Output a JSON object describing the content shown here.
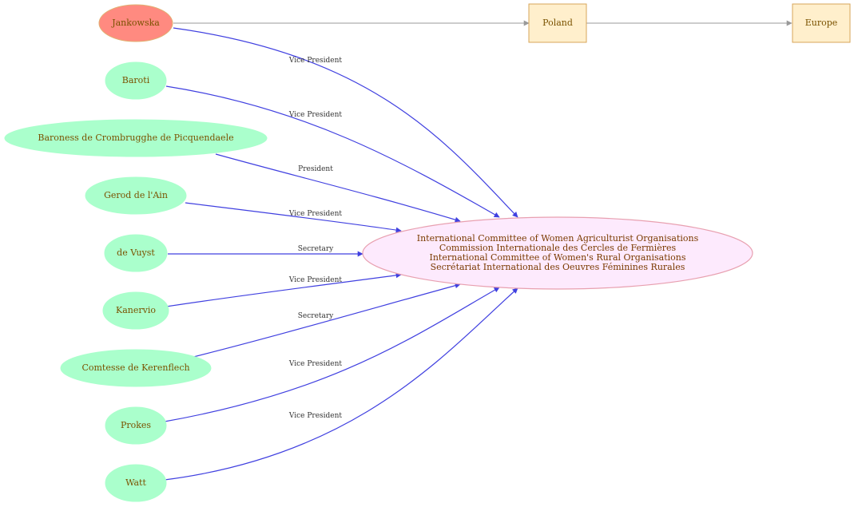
{
  "colors": {
    "highlight_fill": "#ff8a80",
    "highlight_stroke": "#e0b070",
    "person_fill": "#aaffcc",
    "person_stroke": "#aaffcc",
    "person_text": "#7a5200",
    "org_fill": "#fdeafd",
    "org_stroke": "#e8a0b0",
    "org_text": "#7a3a00",
    "place_fill": "#ffefcc",
    "place_stroke": "#d7a65a",
    "role_edge": "#4040e0",
    "location_edge": "#999999",
    "edge_label": "#333333"
  },
  "nodes": {
    "jankowska": "Jankowska",
    "baroti": "Baroti",
    "crombrugghe": "Baroness  de Crombrugghe de Picquendaele",
    "gerod": "Gerod  de l'Ain",
    "devuyst": "de Vuyst",
    "kanervio": "Kanervio",
    "kerenflech": "Comtesse de Kerenflech",
    "prokes": "Prokes",
    "watt": "Watt",
    "poland": "Poland",
    "europe": "Europe"
  },
  "organisation": {
    "lines": [
      "International Committee of Women Agriculturist Organisations",
      "Commission Internationale des Cercles de Fermières",
      "International Committee of Women's Rural Organisations",
      "Secrétariat International des Oeuvres Féminines Rurales"
    ]
  },
  "edges": {
    "jankowska": "Vice President",
    "baroti": "Vice President",
    "crombrugghe": "President",
    "gerod": "Vice President",
    "devuyst": "Secretary",
    "kanervio": "Vice President",
    "kerenflech": "Secretary",
    "prokes": "Vice President",
    "watt": "Vice President"
  }
}
